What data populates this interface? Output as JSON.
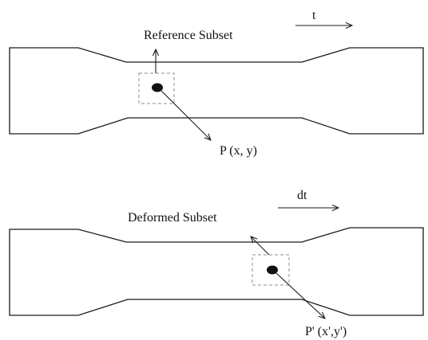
{
  "reference": {
    "direction_label": "t",
    "subset_label": "Reference Subset",
    "point_label": "P (x, y)"
  },
  "deformed": {
    "direction_label": "dt",
    "subset_label": "Deformed Subset",
    "point_label": "P' (x',y')"
  },
  "colors": {
    "outline": "#1a1a1a",
    "subset_box": "#8c8c8c",
    "point": "#111111"
  }
}
